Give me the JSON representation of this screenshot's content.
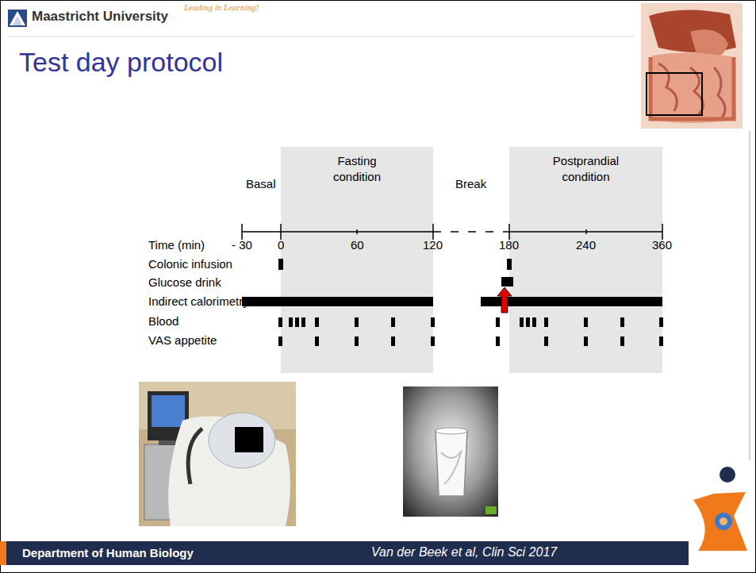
{
  "diagram": {
    "title": "Test day protocol",
    "nodes": [
      {
        "text": [
          "Fasting condition"
        ]
      },
      {
        "text": [
          "Postprandial condition"
        ]
      },
      {
        "text": [
          "Department of Human Biology"
        ]
      }
    ],
    "labels": [
      "Maastricht University",
      "Leading in Learning!",
      "Basal",
      "Break",
      "Time (min)",
      "- 30",
      "0",
      "60",
      "120",
      "180",
      "240",
      "360",
      "Colonic infusion",
      "Glucose drink",
      "Indirect calorimetry",
      "Blood",
      "VAS appetite",
      "Van der Beek et al, Clin Sci 2017"
    ]
  }
}
